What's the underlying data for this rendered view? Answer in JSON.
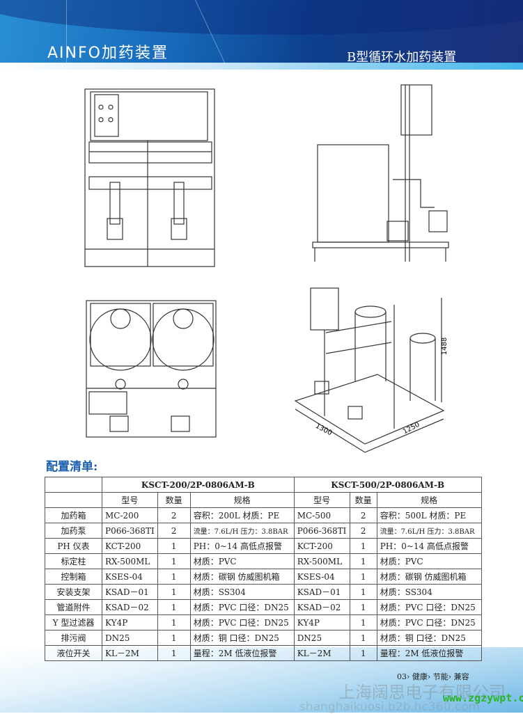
{
  "header": {
    "brand": "AINFO加药装置",
    "subtitle": "B型循环水加药装置"
  },
  "drawings": {
    "dimension_height": "1488",
    "dimension_length": "1300",
    "dimension_width": "1250"
  },
  "list_title": "配置清单:",
  "table": {
    "models": [
      "KSCT-200/2P-0806AM-B",
      "KSCT-500/2P-0806AM-B"
    ],
    "subheaders": [
      "型号",
      "数量",
      "规格",
      "型号",
      "数量",
      "规格"
    ],
    "rows": [
      [
        "加药箱",
        "MC-200",
        "2",
        "容积：200L 材质：PE",
        "MC-500",
        "2",
        "容积：500L 材质：PE"
      ],
      [
        "加药泵",
        "P066-368TI",
        "2",
        "流量：7.6L/H 压力：3.8BAR",
        "P066-368TI",
        "2",
        "流量：7.6L/H 压力：3.8BAR"
      ],
      [
        "PH 仪表",
        "KCT-200",
        "1",
        "PH：0~14 高低点报警",
        "KCT-200",
        "1",
        "PH：0~14 高低点报警"
      ],
      [
        "标定柱",
        "RX-500ML",
        "1",
        "材质：PVC",
        "RX-500ML",
        "1",
        "材质：PVC"
      ],
      [
        "控制箱",
        "KSES-04",
        "1",
        "材质：碳钢 仿威图机箱",
        "KSES-04",
        "1",
        "材质：碳钢 仿威图机箱"
      ],
      [
        "安装支架",
        "KSAD－01",
        "1",
        "材质：SS304",
        "KSAD－01",
        "1",
        "材质：SS304"
      ],
      [
        "管道附件",
        "KSAD－02",
        "1",
        "材质：PVC 口径：DN25",
        "KSAD－02",
        "1",
        "材质：PVC 口径：DN25"
      ],
      [
        "Y 型过滤器",
        "KY4P",
        "1",
        "材质：PVC 口径：DN25",
        "KY4P",
        "1",
        "材质：PVC 口径：DN25"
      ],
      [
        "排污阀",
        "DN25",
        "1",
        "材质：铜 口径：DN25",
        "DN25",
        "1",
        "材质：铜 口径：DN25"
      ],
      [
        "液位开关",
        "KL－2M",
        "1",
        "量程：2M 低液位报警",
        "KL－2M",
        "1",
        "量程：2M 低液位报警"
      ]
    ]
  },
  "footer": {
    "slogan": "03› 健康› 节能› 兼容",
    "watermark_cn": "上海阔思电子有限公司",
    "watermark_url": "www.zgzywpt.cn",
    "watermark_url2": "shanghaikuosi.b2b.hc360.com"
  }
}
